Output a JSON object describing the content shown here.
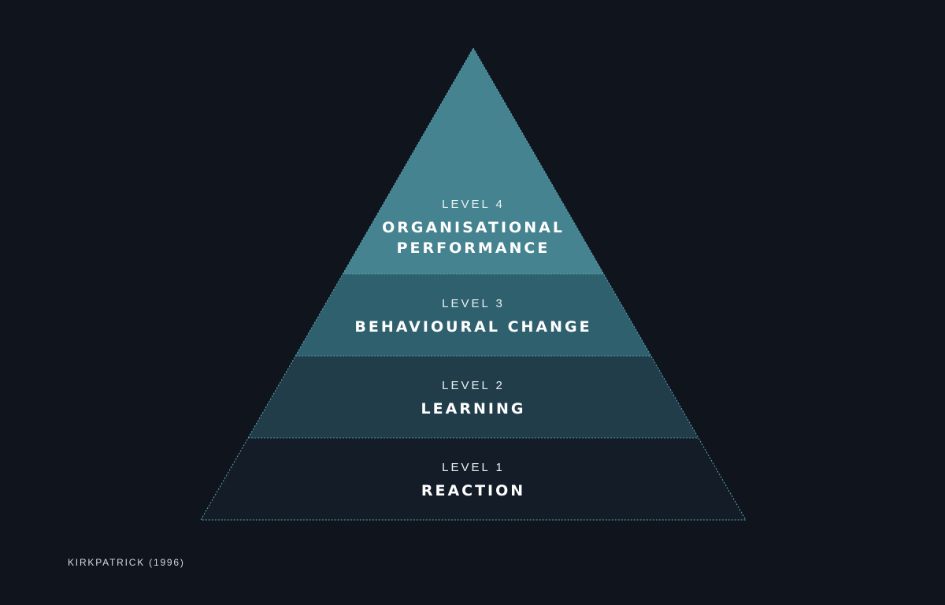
{
  "pyramid": {
    "levels": [
      {
        "number_label": "LEVEL 1",
        "title_lines": [
          "REACTION"
        ],
        "color": "#141d27"
      },
      {
        "number_label": "LEVEL 2",
        "title_lines": [
          "LEARNING"
        ],
        "color": "#213d4a"
      },
      {
        "number_label": "LEVEL 3",
        "title_lines": [
          "BEHAVIOURAL CHANGE"
        ],
        "color": "#2f606d"
      },
      {
        "number_label": "LEVEL 4",
        "title_lines": [
          "ORGANISATIONAL",
          "PERFORMANCE"
        ],
        "color": "#44838f"
      }
    ],
    "outline_color": "#5aa7b6"
  },
  "caption": "KIRKPATRICK (1996)"
}
